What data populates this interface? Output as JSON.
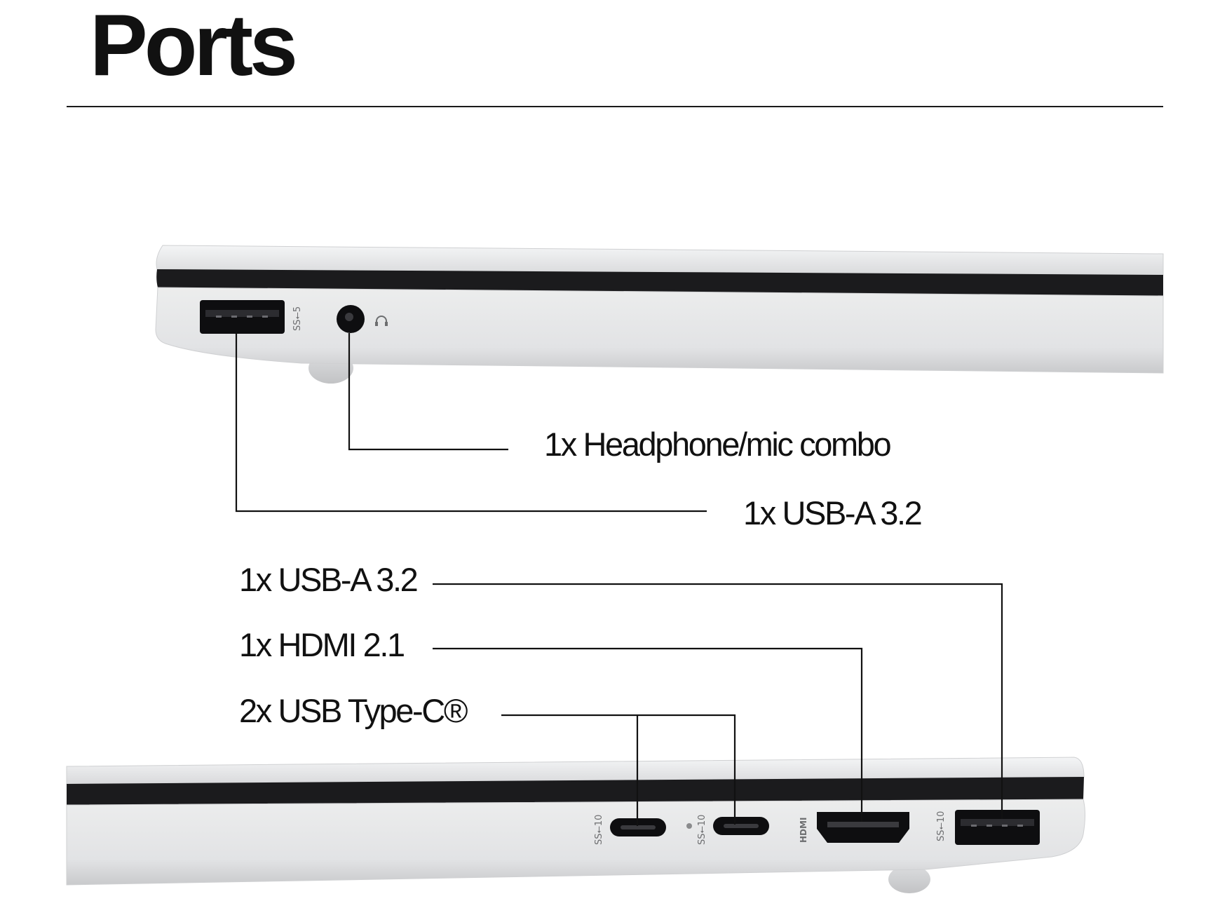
{
  "title": "Ports",
  "colors": {
    "background": "#ffffff",
    "text": "#111111",
    "chassis_silver": "#e7e8ea",
    "port_black": "#0e0e10",
    "callout_line": "#111111"
  },
  "left_side": {
    "callouts": [
      {
        "text": "1x Headphone/mic combo",
        "port": "headphone-jack"
      },
      {
        "text": "1x USB-A 3.2",
        "port": "usb-a-port"
      }
    ],
    "port_markings": {
      "usb_a": "SS⭠5",
      "headphone": "headset-icon"
    }
  },
  "right_side": {
    "callouts": [
      {
        "text": "1x USB-A 3.2",
        "port": "usb-a-port"
      },
      {
        "text": "1x HDMI 2.1",
        "port": "hdmi-port"
      },
      {
        "text": "2x USB Type-C®",
        "port": "usb-c-ports"
      }
    ],
    "port_markings": {
      "usb_c": "SS⭠10",
      "hdmi": "HDMI",
      "usb_a": "SS⭠10"
    }
  }
}
